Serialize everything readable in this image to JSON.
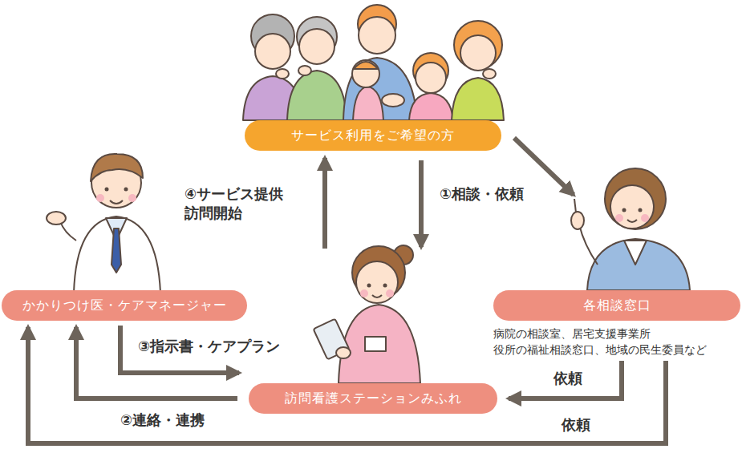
{
  "diagram": {
    "nodes": [
      {
        "text": [
          "サービス利用をご希望の方"
        ]
      },
      {
        "text": [
          "かかりつけ医・ケアマネージャー"
        ]
      },
      {
        "text": [
          "各相談窓口",
          "病院の相談室、居宅支援事業所 役所の福祉相談窓口、地域の民生委員など"
        ]
      },
      {
        "text": [
          "訪問看護ステーションみふれ"
        ]
      }
    ],
    "edges": [
      {
        "from": 0,
        "to": 3,
        "label": "①相談・依頼",
        "arrow": "to"
      },
      {
        "from": 3,
        "to": 0,
        "label": "④サービス提供 訪問開始",
        "arrow": "to"
      },
      {
        "from": 0,
        "to": 2,
        "arrow": "to"
      },
      {
        "from": 1,
        "to": 3,
        "label": "③指示書・ケアプラン",
        "arrow": "to"
      },
      {
        "from": 3,
        "to": 1,
        "label": "②連絡・連携",
        "arrow": "to"
      },
      {
        "from": 2,
        "to": 3,
        "label": "依頼",
        "arrow": "to"
      },
      {
        "from": 2,
        "to": 1,
        "label": "依頼",
        "arrow": "to"
      }
    ]
  }
}
